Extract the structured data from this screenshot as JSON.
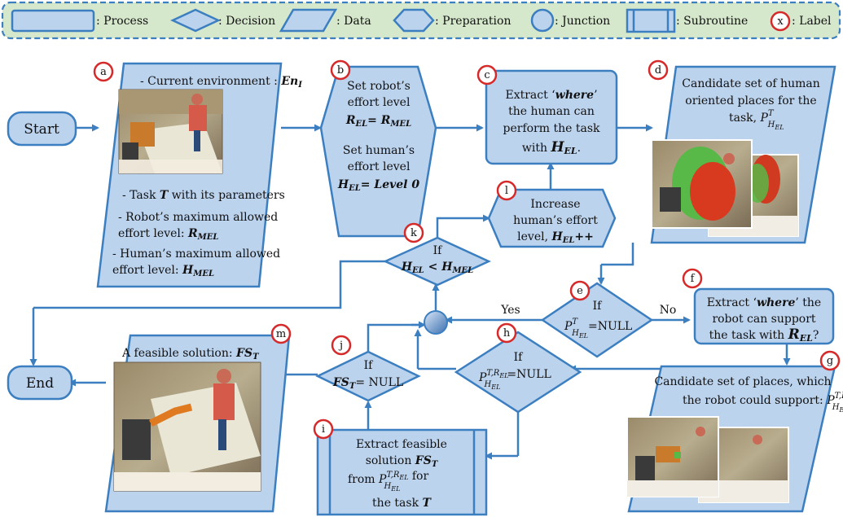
{
  "legend": {
    "process": ": Process",
    "decision": ": Decision",
    "data": ": Data",
    "preparation": ": Preparation",
    "junction": ": Junction",
    "subroutine": ": Subroutine",
    "label_marker": "x",
    "label": ": Label"
  },
  "terminals": {
    "start": "Start",
    "end": "End"
  },
  "nodes": {
    "a": {
      "label": "a",
      "line1": "- Current environment : ",
      "line1_sym": "En",
      "line1_sub": "I",
      "task_line_pre": "- Task ",
      "task_line_sym": "T",
      "task_line_post": " with its parameters",
      "robot_line1": "- Robot’s maximum allowed",
      "robot_line2": "effort level: ",
      "robot_sym": "R",
      "robot_sub": "MEL",
      "human_line1": "- Human’s maximum allowed",
      "human_line2": "effort level: ",
      "human_sym": "H",
      "human_sub": "MEL"
    },
    "b": {
      "label": "b",
      "r1": "Set robot’s",
      "r2": "effort level",
      "r3_sym": "R",
      "r3_sub": "EL",
      "r3_eq": "= R",
      "r3_sub2": "MEL",
      "h1": "Set human’s",
      "h2": "effort level",
      "h3_sym": "H",
      "h3_sub": "EL",
      "h3_eq": "= Level 0"
    },
    "c": {
      "label": "c",
      "l1_pre": "Extract ‘",
      "l1_bold": "where",
      "l1_post": "’",
      "l2": "the human can",
      "l3": "perform the task",
      "l4_pre": "with ",
      "l4_sym": "H",
      "l4_sub": "EL",
      "l4_post": "."
    },
    "d": {
      "label": "d",
      "l1": "Candidate set of human",
      "l2": "oriented places for the",
      "l3": "task, "
    },
    "e": {
      "label": "e",
      "l1": "If",
      "l2": "=NULL",
      "yes": "Yes",
      "no": "No"
    },
    "f": {
      "label": "f",
      "l1_pre": "Extract ‘",
      "l1_bold": "where",
      "l1_post": "’ the",
      "l2": "robot can support",
      "l3_pre": "the task with ",
      "l3_sym": "R",
      "l3_sub": "EL",
      "l3_post": "?"
    },
    "g": {
      "label": "g",
      "l1": "Candidate set of places, which",
      "l2": "the robot could support: "
    },
    "h": {
      "label": "h",
      "l1": "If",
      "l2": "=NULL"
    },
    "i": {
      "label": "i",
      "l1": "Extract feasible",
      "l2_pre": "solution ",
      "l2_sym": "FS",
      "l2_sub": "T",
      "l3_pre": "from ",
      "l3_post": " for",
      "l4_pre": "the task ",
      "l4_sym": "T"
    },
    "j": {
      "label": "j",
      "l1": "If",
      "l2_sym": "FS",
      "l2_sub": "T",
      "l2_post": "= NULL"
    },
    "k": {
      "label": "k",
      "l1": "If",
      "l2_sym": "H",
      "l2_sub": "EL",
      "l2_mid": " < H",
      "l2_sub2": "MEL"
    },
    "l": {
      "label": "l",
      "l1": "Increase",
      "l2": "human’s effort",
      "l3_pre": "level, ",
      "l3_sym": "H",
      "l3_sub": "EL",
      "l3_post": "++"
    },
    "m": {
      "label": "m",
      "l1_pre": "A feasible solution: ",
      "l1_sym": "FS",
      "l1_sub": "T"
    }
  },
  "math": {
    "P": "P",
    "sup_T": "T",
    "sup_TR": "T,R",
    "sub_EL": "EL",
    "sub_H": "H"
  },
  "colors": {
    "shape_fill": "#bcd3ee",
    "stroke": "#3c7fc0",
    "label_ring": "#d62a2a",
    "legend_fill": "#d6e8cc"
  }
}
